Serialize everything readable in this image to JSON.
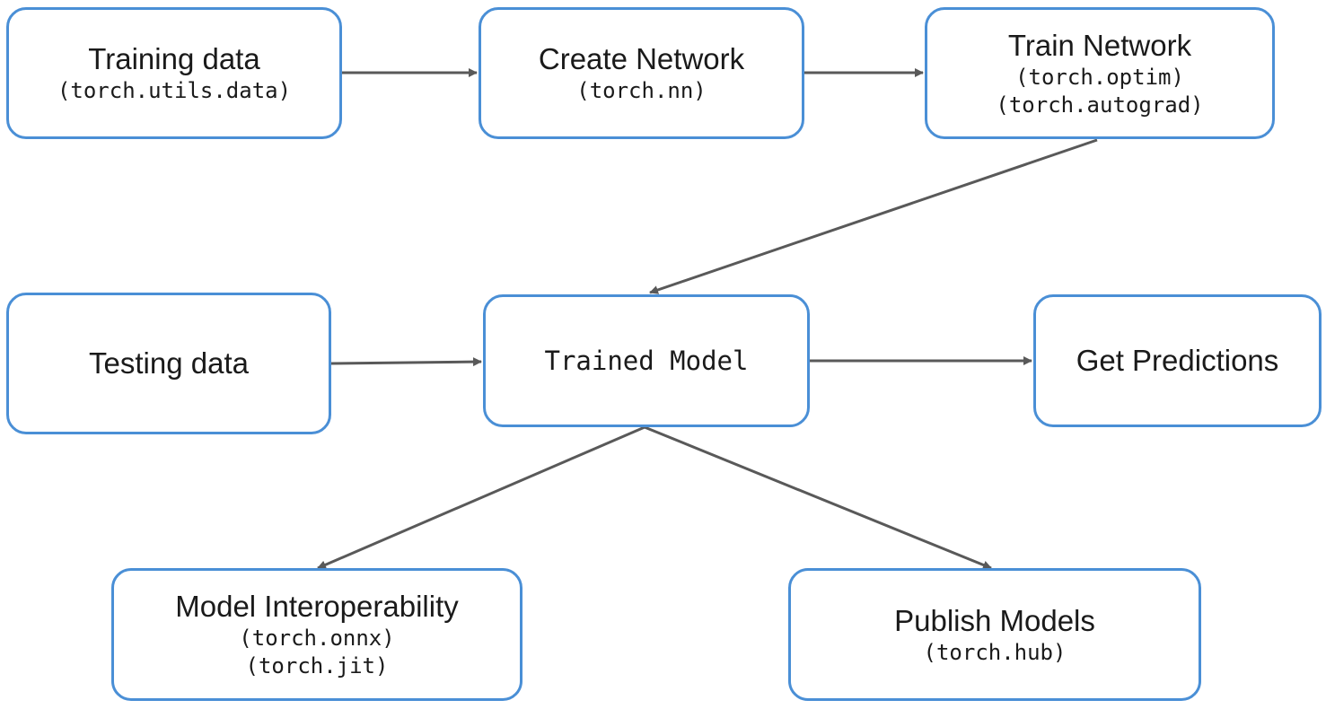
{
  "nodes": {
    "training_data": {
      "title": "Training data",
      "code": "(torch.utils.data)"
    },
    "create_network": {
      "title": "Create Network",
      "code": "(torch.nn)"
    },
    "train_network": {
      "title": "Train Network",
      "code1": "(torch.optim)",
      "code2": "(torch.autograd)"
    },
    "testing_data": {
      "title": "Testing data"
    },
    "trained_model": {
      "title": "Trained Model"
    },
    "get_predictions": {
      "title": "Get Predictions"
    },
    "model_interop": {
      "title": "Model Interoperability",
      "code1": "(torch.onnx)",
      "code2": "(torch.jit)"
    },
    "publish_models": {
      "title": "Publish Models",
      "code": "(torch.hub)"
    }
  },
  "colors": {
    "node_border": "#4a8fd6",
    "arrow": "#595959",
    "text": "#1a1a1a"
  }
}
